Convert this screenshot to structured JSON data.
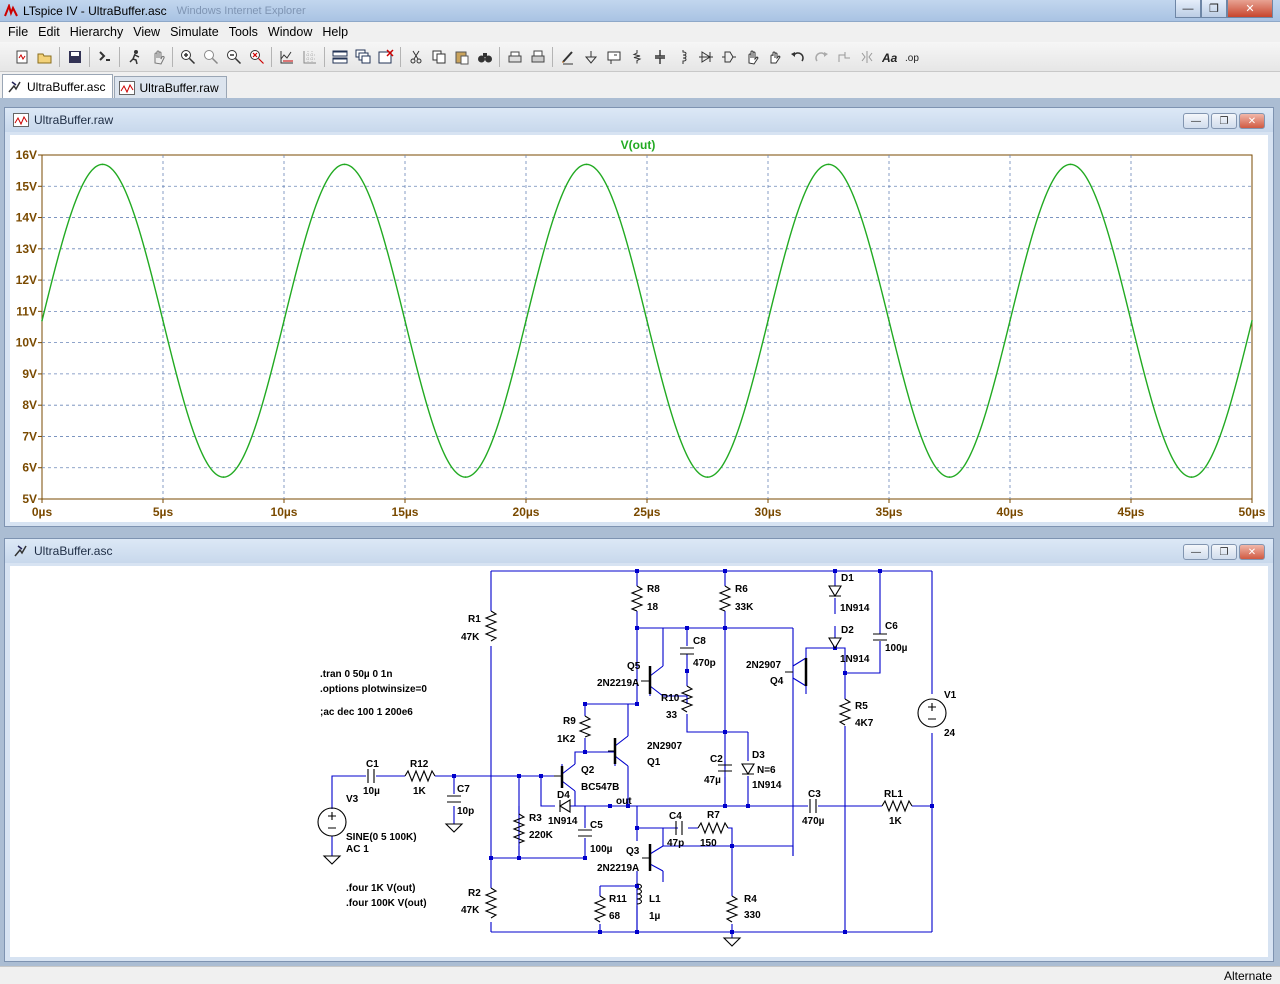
{
  "window": {
    "title": "LTspice IV - UltraBuffer.asc",
    "ghost_title": "Windows Internet Explorer",
    "minimize": "—",
    "maximize": "❐",
    "close": "✕"
  },
  "menu": [
    "File",
    "Edit",
    "Hierarchy",
    "View",
    "Simulate",
    "Tools",
    "Window",
    "Help"
  ],
  "toolbar_icons": [
    "new-schematic-icon",
    "open-icon",
    "save-icon",
    "control-panel-icon",
    "run-icon",
    "halt-icon",
    "zoom-in-icon",
    "zoom-pan-icon",
    "zoom-out-icon",
    "zoom-fit-icon",
    "autorange-icon",
    "grid-icon",
    "tile-horizontal-icon",
    "cascade-icon",
    "close-windows-icon",
    "cut-icon",
    "copy-icon",
    "paste-icon",
    "find-icon",
    "print-setup-icon",
    "print-icon",
    "wire-icon",
    "ground-icon",
    "label-icon",
    "resistor-icon",
    "capacitor-icon",
    "inductor-icon",
    "diode-icon",
    "component-icon",
    "move-icon",
    "drag-icon",
    "undo-icon",
    "redo-icon",
    "rotate-icon",
    "mirror-icon",
    "text-icon",
    "spice-directive-icon"
  ],
  "tabs": [
    {
      "label": "UltraBuffer.asc",
      "active": true
    },
    {
      "label": "UltraBuffer.raw",
      "active": false
    }
  ],
  "waveform_window": {
    "title": "UltraBuffer.raw",
    "trace_color": "#22aa22",
    "axis_color": "#7a4a00"
  },
  "chart_data": {
    "type": "line",
    "title": "V(out)",
    "xlabel": "",
    "ylabel": "",
    "xlim": [
      0,
      50
    ],
    "ylim": [
      5,
      16
    ],
    "x_unit": "µs",
    "y_unit": "V",
    "x_ticks": [
      "0µs",
      "5µs",
      "10µs",
      "15µs",
      "20µs",
      "25µs",
      "30µs",
      "35µs",
      "40µs",
      "45µs",
      "50µs"
    ],
    "y_ticks": [
      "5V",
      "6V",
      "7V",
      "8V",
      "9V",
      "10V",
      "11V",
      "12V",
      "13V",
      "14V",
      "15V",
      "16V"
    ],
    "grid": true,
    "series": [
      {
        "name": "V(out)",
        "color": "#22aa22",
        "waveform": "sine",
        "offset": 10.7,
        "amplitude": 5.0,
        "frequency_mhz": 0.1,
        "points": [
          [
            0,
            10.7
          ],
          [
            2.5,
            15.7
          ],
          [
            5,
            10.7
          ],
          [
            7.5,
            5.7
          ],
          [
            10,
            10.7
          ],
          [
            12.5,
            15.7
          ],
          [
            15,
            10.7
          ],
          [
            17.5,
            5.7
          ],
          [
            20,
            10.7
          ],
          [
            22.5,
            15.7
          ],
          [
            25,
            10.7
          ],
          [
            27.5,
            5.7
          ],
          [
            30,
            10.7
          ],
          [
            32.5,
            15.7
          ],
          [
            35,
            10.7
          ],
          [
            37.5,
            5.7
          ],
          [
            40,
            10.7
          ],
          [
            42.5,
            15.7
          ],
          [
            45,
            10.7
          ],
          [
            47.5,
            5.7
          ],
          [
            50,
            10.7
          ]
        ]
      }
    ]
  },
  "schematic_window": {
    "title": "UltraBuffer.asc",
    "wire_color": "#0000cc",
    "directives": [
      ".tran 0 50µ 0 1n",
      ".options plotwinsize=0",
      ";ac dec 100 1 200e6",
      ".four 1K V(out)",
      ".four 100K V(out)"
    ],
    "labels": {
      "R1": "R1",
      "R1v": "47K",
      "R2": "R2",
      "R2v": "47K",
      "R3": "R3",
      "R3v": "220K",
      "R4": "R4",
      "R4v": "330",
      "R5": "R5",
      "R5v": "4K7",
      "R6": "R6",
      "R6v": "33K",
      "R7": "R7",
      "R7v": "150",
      "R8": "R8",
      "R8v": "18",
      "R9": "R9",
      "R9v": "1K2",
      "R10": "R10",
      "R10v": "33",
      "R11": "R11",
      "R11v": "68",
      "R12": "R12",
      "R12v": "1K",
      "RL1": "RL1",
      "RL1v": "1K",
      "C1": "C1",
      "C1v": "10µ",
      "C2": "C2",
      "C2v": "47µ",
      "C3": "C3",
      "C3v": "470µ",
      "C4": "C4",
      "C4v": "47p",
      "C5": "C5",
      "C5v": "100µ",
      "C6": "C6",
      "C6v": "100µ",
      "C7": "C7",
      "C7v": "10p",
      "C8": "C8",
      "C8v": "470p",
      "L1": "L1",
      "L1v": "1µ",
      "D1": "D1",
      "D1v": "1N914",
      "D2": "D2",
      "D2v": "1N914",
      "D3": "D3",
      "D3v": "N=6",
      "D3m": "1N914",
      "D4": "D4",
      "D4v": "1N914",
      "Q1": "Q1",
      "Q1m": "2N2907",
      "Q2": "Q2",
      "Q2m": "BC547B",
      "Q3": "Q3",
      "Q3m": "2N2219A",
      "Q4": "Q4",
      "Q4m": "2N2907",
      "Q5": "Q5",
      "Q5m": "2N2219A",
      "V1": "V1",
      "V1v": "24",
      "V3": "V3",
      "V3v": "SINE(0 5 100K)",
      "V3ac": "AC 1",
      "out": "out"
    }
  },
  "status": {
    "mode": "Alternate"
  }
}
